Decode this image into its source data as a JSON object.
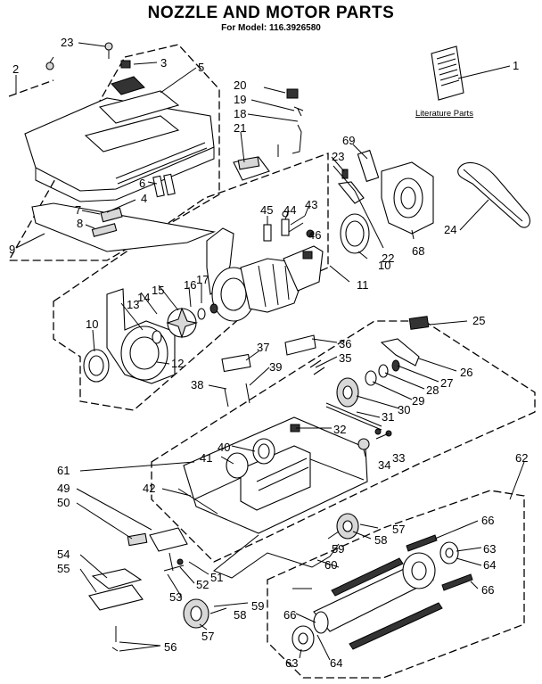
{
  "header": {
    "title": "NOZZLE AND MOTOR PARTS",
    "model": "For Model: 116.3926580"
  },
  "literature_label": "Literature Parts",
  "callouts": [
    "1",
    "2",
    "3",
    "4",
    "5",
    "6",
    "7",
    "8",
    "9",
    "10",
    "10",
    "11",
    "12",
    "13",
    "14",
    "15",
    "16",
    "17",
    "18",
    "19",
    "20",
    "21",
    "22",
    "23",
    "23",
    "24",
    "25",
    "26",
    "27",
    "28",
    "29",
    "30",
    "31",
    "32",
    "33",
    "34",
    "35",
    "36",
    "37",
    "38",
    "39",
    "40",
    "41",
    "42",
    "43",
    "44",
    "45",
    "46",
    "49",
    "50",
    "51",
    "52",
    "53",
    "54",
    "55",
    "56",
    "57",
    "57",
    "58",
    "58",
    "59",
    "59",
    "60",
    "61",
    "62",
    "63",
    "63",
    "64",
    "64",
    "66",
    "66",
    "66",
    "68",
    "69"
  ]
}
